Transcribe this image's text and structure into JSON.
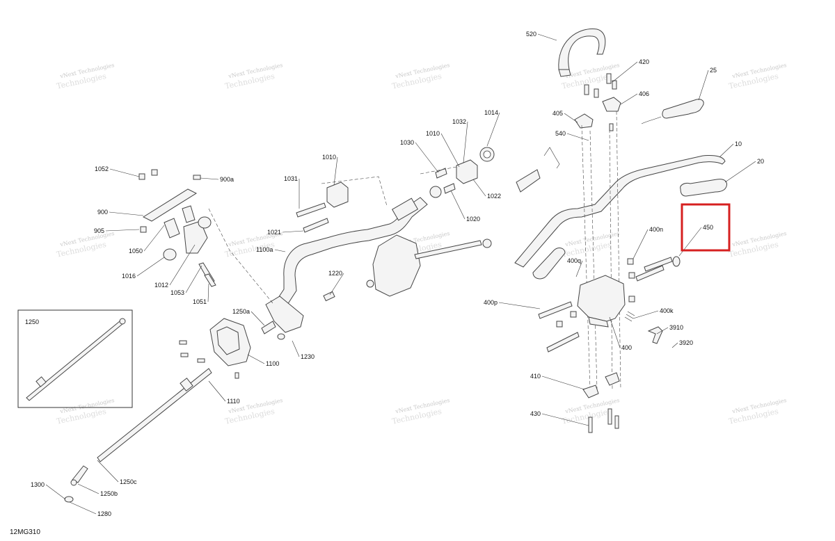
{
  "diagram_code": "12MG310",
  "highlight_color": "#d62020",
  "watermark": {
    "line1": "vNext Technologies",
    "line2": "Technologies"
  },
  "labels": [
    "520",
    "420",
    "25",
    "406",
    "405",
    "540",
    "10",
    "20",
    "450",
    "400n",
    "400q",
    "400p",
    "400k",
    "3910",
    "3920",
    "400",
    "410",
    "430",
    "1014",
    "1032",
    "1010",
    "1030",
    "1010",
    "1031",
    "1022",
    "1020",
    "1021",
    "1100a",
    "1220",
    "1230",
    "1250a",
    "1100",
    "1110",
    "1052",
    "900a",
    "900",
    "905",
    "1050",
    "1016",
    "1012",
    "1053",
    "1051",
    "1250",
    "1250c",
    "1250b",
    "1300",
    "1280"
  ],
  "highlighted_label": "450"
}
